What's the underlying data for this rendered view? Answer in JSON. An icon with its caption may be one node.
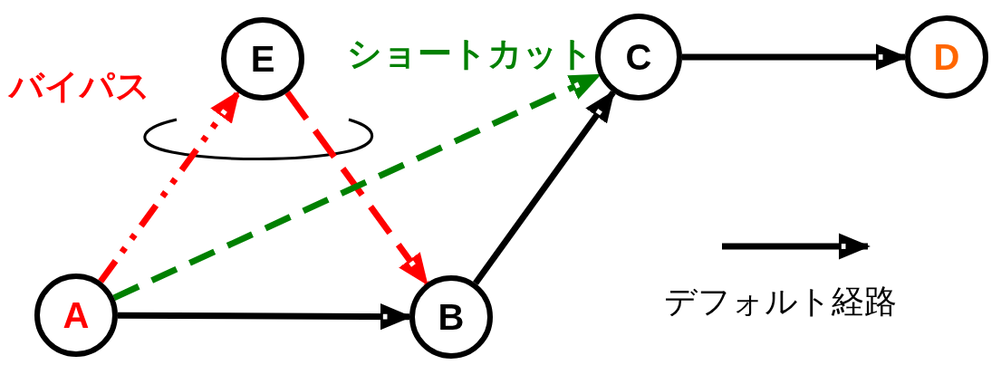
{
  "diagram": {
    "nodes": [
      {
        "text": [
          "A"
        ]
      },
      {
        "text": [
          "E"
        ]
      },
      {
        "text": [
          "B"
        ]
      },
      {
        "text": [
          "C"
        ]
      },
      {
        "text": [
          "D"
        ]
      }
    ],
    "edges": [
      {
        "from": 0,
        "to": 2,
        "arrow": "to"
      },
      {
        "from": 2,
        "to": 3,
        "arrow": "to"
      },
      {
        "from": 3,
        "to": 4,
        "arrow": "to"
      },
      {
        "from": 0,
        "to": 1,
        "arrow": "to",
        "style": "dashed",
        "color": "#ff0000"
      },
      {
        "from": 1,
        "to": 2,
        "arrow": "to",
        "style": "dashed",
        "color": "#ff0000"
      },
      {
        "from": 0,
        "to": 3,
        "arrow": "to",
        "style": "dashed",
        "color": "#008000"
      }
    ],
    "labels": [
      "バイパス",
      "ショートカット"
    ],
    "legend": [
      {
        "text": "デフォルト経路"
      }
    ]
  }
}
